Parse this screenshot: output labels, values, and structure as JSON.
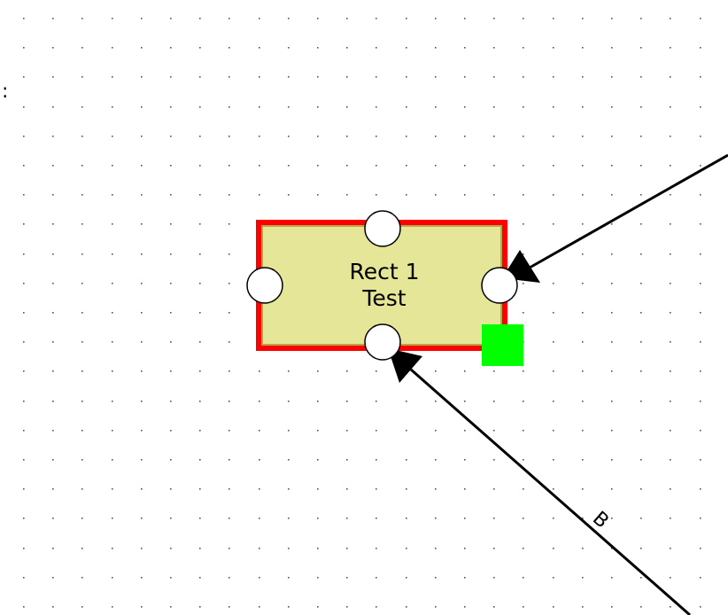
{
  "canvas": {
    "background": "#ffffff",
    "grid_dot_color": "#555555",
    "grid_visible": true
  },
  "stray_text": ":",
  "node": {
    "label_line1": "Rect 1",
    "label_line2": "Test",
    "fill_color": "#e6e699",
    "inner_border_color": "#b8a64a",
    "selection_color": "#ff0000",
    "selected": true,
    "port_fill": "#ffffff",
    "port_stroke": "#000000",
    "resize_handle_color": "#00ff00",
    "ports": [
      "top",
      "left",
      "right",
      "bottom"
    ]
  },
  "edges": [
    {
      "id": "edge-upper-right",
      "label": "",
      "color": "#000000",
      "target_port": "right"
    },
    {
      "id": "edge-lower-right",
      "label": "B",
      "color": "#000000",
      "target_port": "bottom"
    }
  ]
}
